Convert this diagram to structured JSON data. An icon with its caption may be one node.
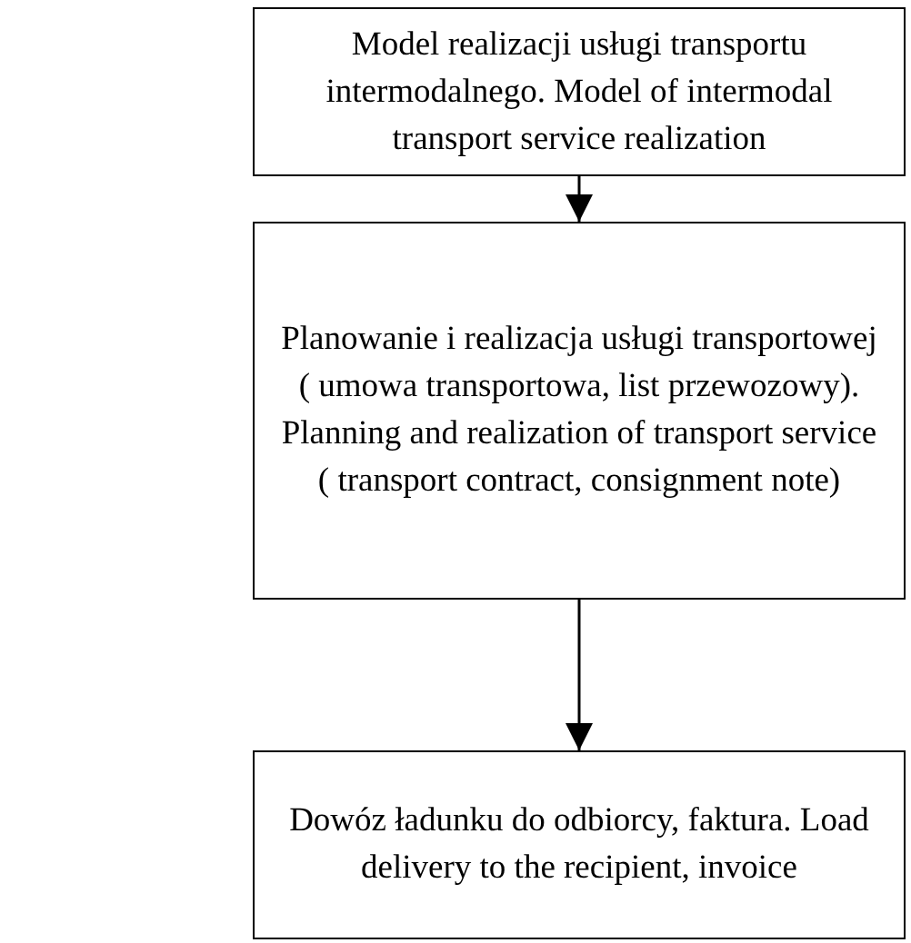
{
  "diagram": {
    "nodes": [
      {
        "text": [
          "Model realizacji usługi transportu intermodalnego. Model of intermodal transport service realization"
        ]
      },
      {
        "text": [
          "Planowanie i realizacja usługi transportowej ( umowa transportowa, list przewozowy). Planning and realization of transport service ( transport contract, consignment note)"
        ]
      },
      {
        "text": [
          "Dowóz ładunku do odbiorcy, faktura. Load delivery to the recipient, invoice"
        ]
      }
    ],
    "edges": [
      {
        "from": 0,
        "to": 1,
        "arrow": "to"
      },
      {
        "from": 1,
        "to": 2,
        "arrow": "to"
      }
    ]
  }
}
